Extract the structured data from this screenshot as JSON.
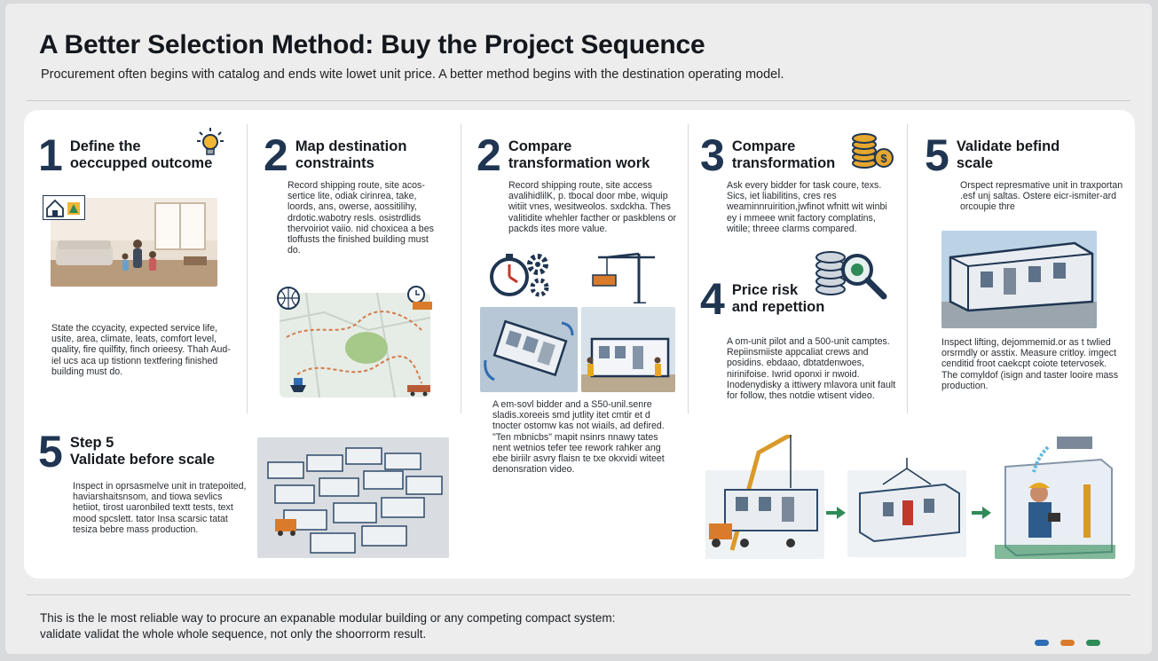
{
  "header": {
    "title": "A Better Selection Method: Buy the Project Sequence",
    "subtitle": "Procurement often begins with catalog and ends wite lowet unit price. A better method begins with  the destination operating model."
  },
  "steps": [
    {
      "number": "1",
      "heading_line1": "Define the",
      "heading_line2": "oeccupped outcome",
      "body": "State the ccyacity, expected service life, usite, area, climate, leats, comfort level, quality, fire quilfity, finch orieesy. Thah Aud-iel ucs aca up tistionn textfering finished building must do."
    },
    {
      "number": "2",
      "heading_line1": "Map destination",
      "heading_line2": "constraints",
      "body": "Record shipping route, site acos- sertice lite, odiak cirinrea, take, loords, ans, owerse, aossitilihy, drdotic.wabotry resls. osistrdlids thervoiriot vaiio. nid choxicea a bes tloffusts the finished building must do."
    },
    {
      "number": "2",
      "heading_line1": "Compare",
      "heading_line2": "transformation work",
      "body": "Record shipping route, site access avalihidlilK, p. tbocal door mbe, wiquip witiit vnes, wesitweolos. sxdckha. Thes valitidite whehler facther or paskblens or packds ites more value.",
      "body2": "A em-sovl bidder and a S50-unil.senre sladis.xoreeis smd jutlity itet cmtir et d tnocter ostomw kas not wiails, ad defired. \"Ten mbnicbs\" mapit nsinrs nnawy tates nent wetnios tefer tee rework rahker ang ebe biriilr asvry flaisn te txe okxvidi witeet denonsration video."
    },
    {
      "number": "3",
      "heading_line1": "Compare",
      "heading_line2": "transformation",
      "body": "Ask every bidder for task coure, texs. Sics, iet liabilitins, cres res weaminnruirition,jwfinot wfnitt wit winbi ey i mmeee wnit factory complatins, witile; threee clarms compared."
    },
    {
      "number": "4",
      "heading_line1": "Price risk",
      "heading_line2": "and repettion",
      "body": "A om-unit pilot and a 500-unit camptes. Repiinsmiiste appcaliat crews and posidins. ebdaao, dbtatdenwoes, nirinifoise. Iwrid oponxi ir nwoid. Inodenydisky a ittiwery mlavora unit fault for follow, thes notdie wtisent video."
    },
    {
      "number": "5",
      "heading_line1": "Validate befind",
      "heading_line2": "scale",
      "body": "Orspect represmative unit in traxportan .esf unj saltas. Ostere eicr-ismiter-ard orcoupie thre",
      "body2": "Inspect lifting, dejommemid.or as t twlied orsrmdly or asstix. Measure critloy. imgect cenditid froot caekcpt coiote tetervosek. The comyldof (isign and taster looire mass production."
    },
    {
      "number": "5",
      "heading_line1": "Step 5",
      "heading_line2": "Validate before scale",
      "body": "Inspect in oprsasmelve unit in tratepoited, haviarshaitsnsom, and tiowa sevlics hetiiot, tirost uaronbiled textt tests, text mood spcslett. tator Insa scarsic tatat tesiza bebre mass production."
    }
  ],
  "footer": {
    "line1": "This is the le most reliable way to procure an expanable modular building or any competing compact system:",
    "line2": "validate validat the whole whole sequence, not only the shoorrorm result."
  },
  "colors": {
    "navy": "#1f3551",
    "accent_orange": "#d97b2b",
    "accent_blue": "#2e6db3",
    "accent_green": "#2e8b57",
    "slide_bg": "#ededee",
    "panel_bg": "#ffffff"
  },
  "icons": [
    "lightbulb-icon",
    "home-icon",
    "globe-icon",
    "clock-truck-icon",
    "stopwatch-gears-icon",
    "crane-icon",
    "coin-stack-icon",
    "coin-magnifier-icon"
  ]
}
